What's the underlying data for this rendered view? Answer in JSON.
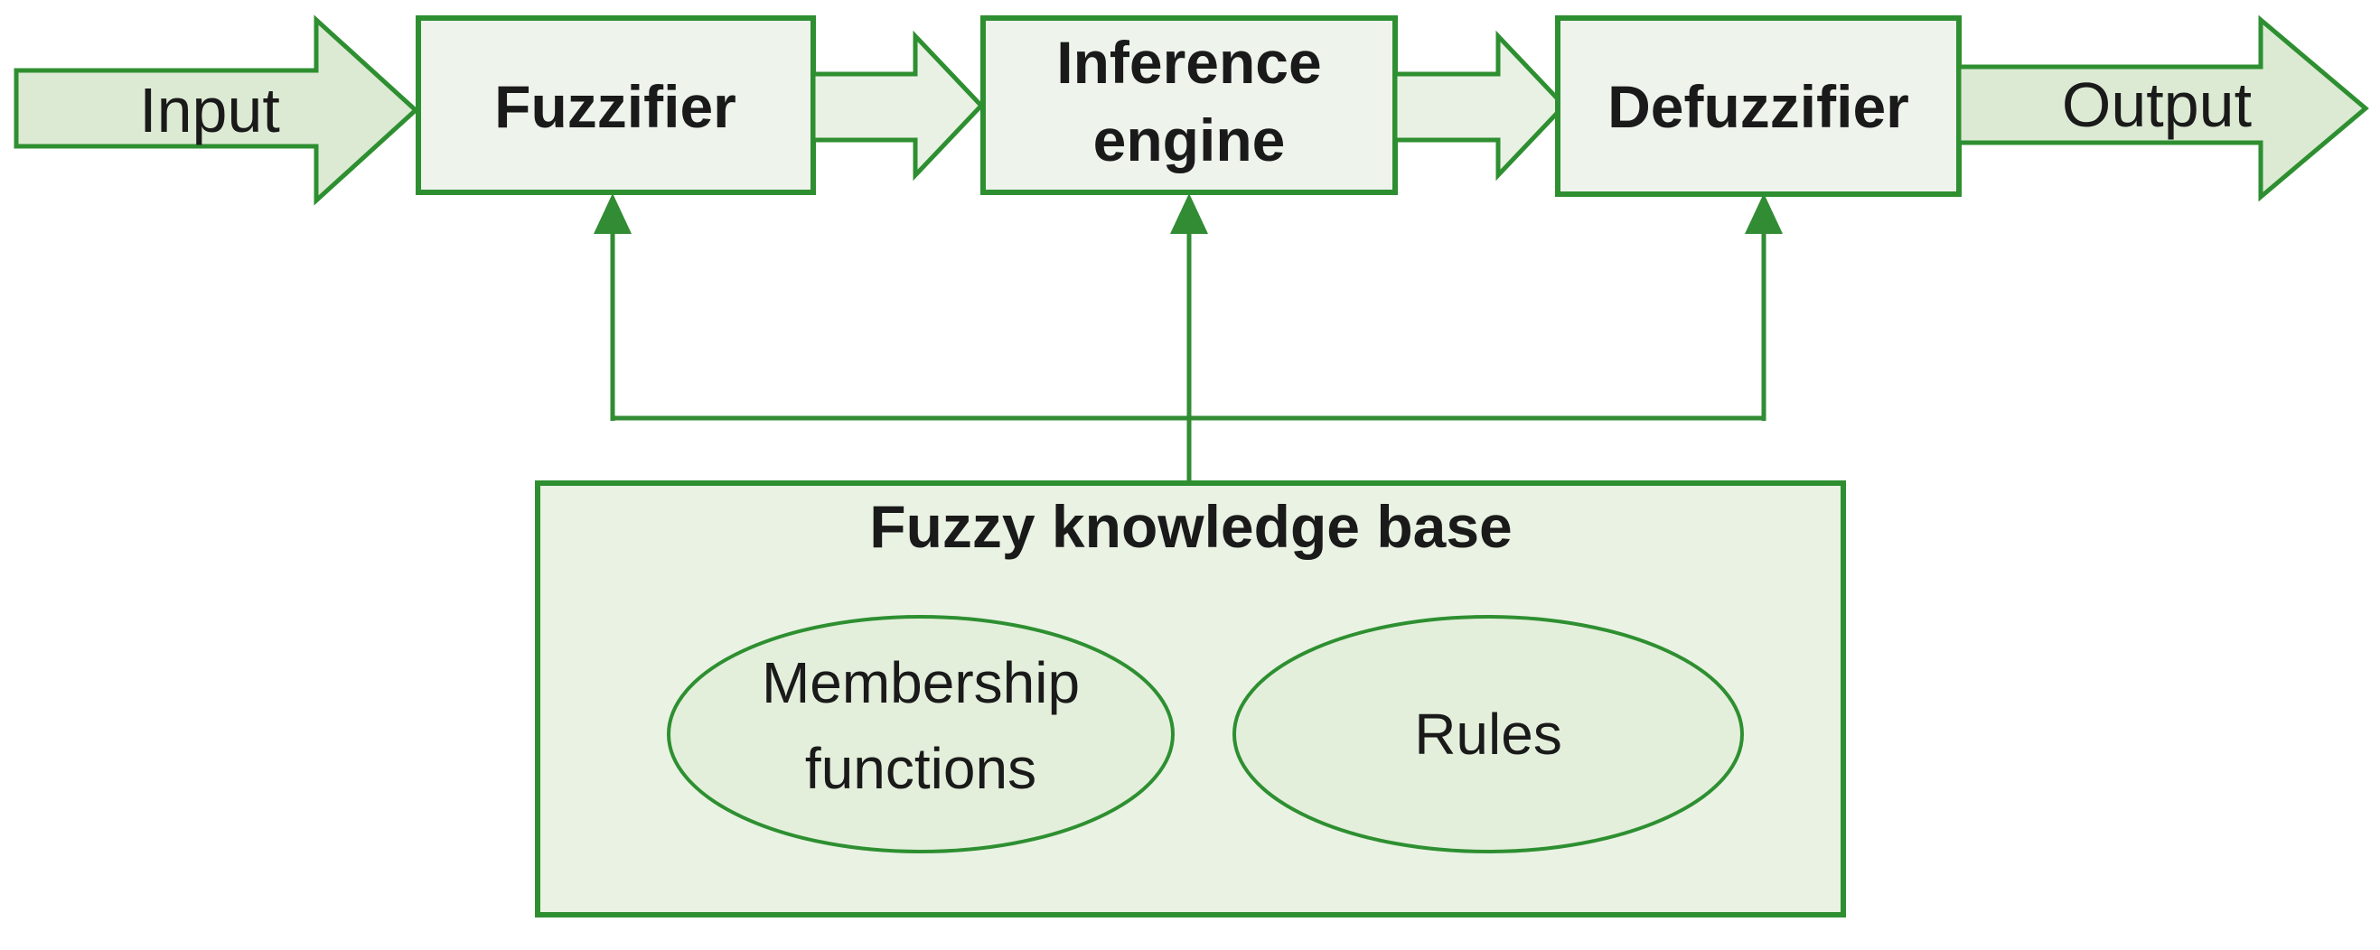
{
  "flow": {
    "input_label": "Input",
    "output_label": "Output",
    "fuzzifier_label": "Fuzzifier",
    "inference_label_line1": "Inference",
    "inference_label_line2": "engine",
    "defuzzifier_label": "Defuzzifier"
  },
  "knowledge_base": {
    "title": "Fuzzy knowledge base",
    "membership_label_line1": "Membership",
    "membership_label_line2": "functions",
    "rules_label": "Rules"
  },
  "colors": {
    "background": "#ffffff",
    "stroke": "#2e8f31",
    "line": "#318c33",
    "box_fill": "#eef3ec",
    "arrow_fill": "#dcead3",
    "small_arrow_fill": "#e8f1e3",
    "kb_fill": "#e9f2e3",
    "ellipse_fill": "#e3efdb",
    "text": "#1a1a1a"
  }
}
